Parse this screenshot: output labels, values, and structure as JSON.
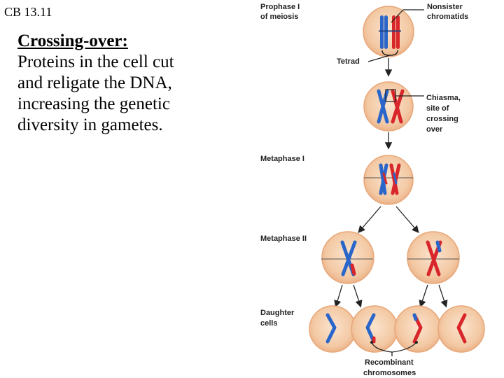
{
  "slide": {
    "label": "CB 13.11",
    "heading": "Crossing-over:",
    "body_lines": [
      "Proteins in the cell cut",
      "and religate the DNA,",
      "increasing the genetic",
      "diversity in gametes."
    ]
  },
  "figure": {
    "labels": {
      "prophase_1": "Prophase I",
      "prophase_2": "of meiosis",
      "nonsister_1": "Nonsister",
      "nonsister_2": "chromatids",
      "tetrad": "Tetrad",
      "chiasma_1": "Chiasma,",
      "chiasma_2": "site of",
      "chiasma_3": "crossing",
      "chiasma_4": "over",
      "metaphase_1": "Metaphase I",
      "metaphase_2": "Metaphase II",
      "daughter_1": "Daughter",
      "daughter_2": "cells",
      "recombinant_1": "Recombinant",
      "recombinant_2": "chromosomes"
    },
    "colors": {
      "cell_fill": "#f3c9a4",
      "cell_border": "#e8a87a",
      "maternal": "#2a66c9",
      "paternal": "#d8262a"
    }
  }
}
